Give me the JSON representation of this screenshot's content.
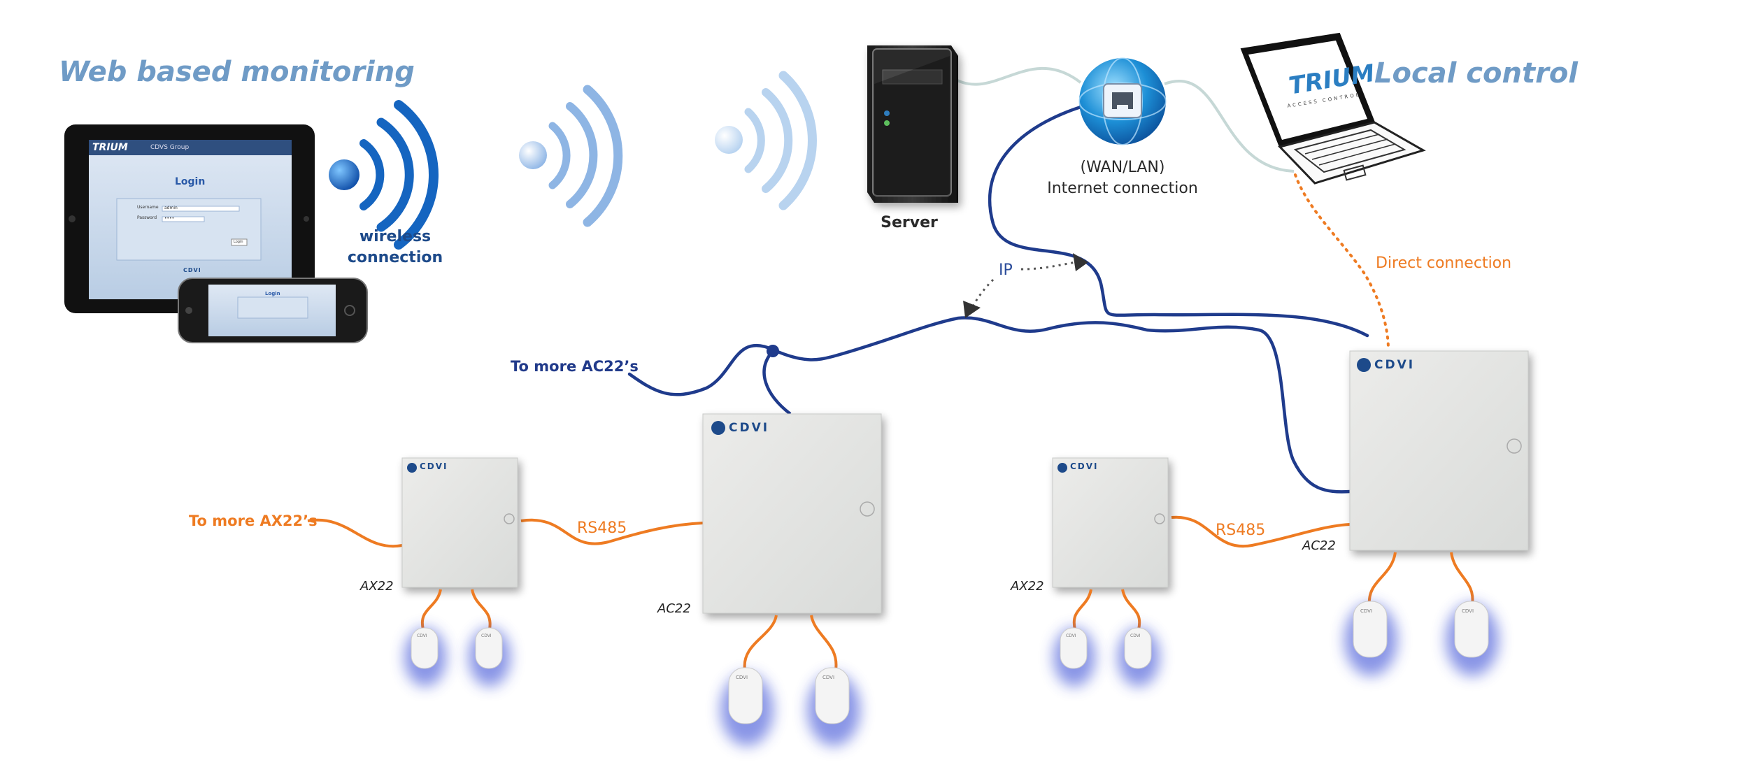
{
  "headings": {
    "web_monitoring": "Web based monitoring",
    "local_control": "Local control"
  },
  "labels": {
    "wireless_line1": "wireless",
    "wireless_line2": "connection",
    "server": "Server",
    "wan_lan": "(WAN/LAN)",
    "internet_connection": "Internet connection",
    "ip": "IP",
    "direct_connection": "Direct connection",
    "to_more_ac22": "To more AC22’s",
    "to_more_ax22": "To more AX22’s",
    "rs485_left": "RS485",
    "rs485_right": "RS485",
    "ax22_left": "AX22",
    "ac22_center": "AC22",
    "ax22_right": "AX22",
    "ac22_right": "AC22"
  },
  "devices": {
    "brand": "CDVI",
    "software_logo": "TRIUM",
    "software_sub": "ACCESS CONTROL",
    "tablet_header": "CDVS Group",
    "login_title": "Login",
    "login_user_label": "Username",
    "login_user_value": "admin",
    "login_pass_label": "Password",
    "login_pass_value": "••••",
    "login_button": "Login",
    "reader_label": "CDVI"
  },
  "colors": {
    "network_line": "#1f3b8c",
    "rs485_line": "#ee7b22",
    "heading": "#6f9bc6",
    "panel": "#e3e5e3",
    "reader_glow": "#3a4fd6"
  },
  "icons": {
    "wireless": "wifi-icon",
    "internet": "ethernet-globe-icon"
  }
}
